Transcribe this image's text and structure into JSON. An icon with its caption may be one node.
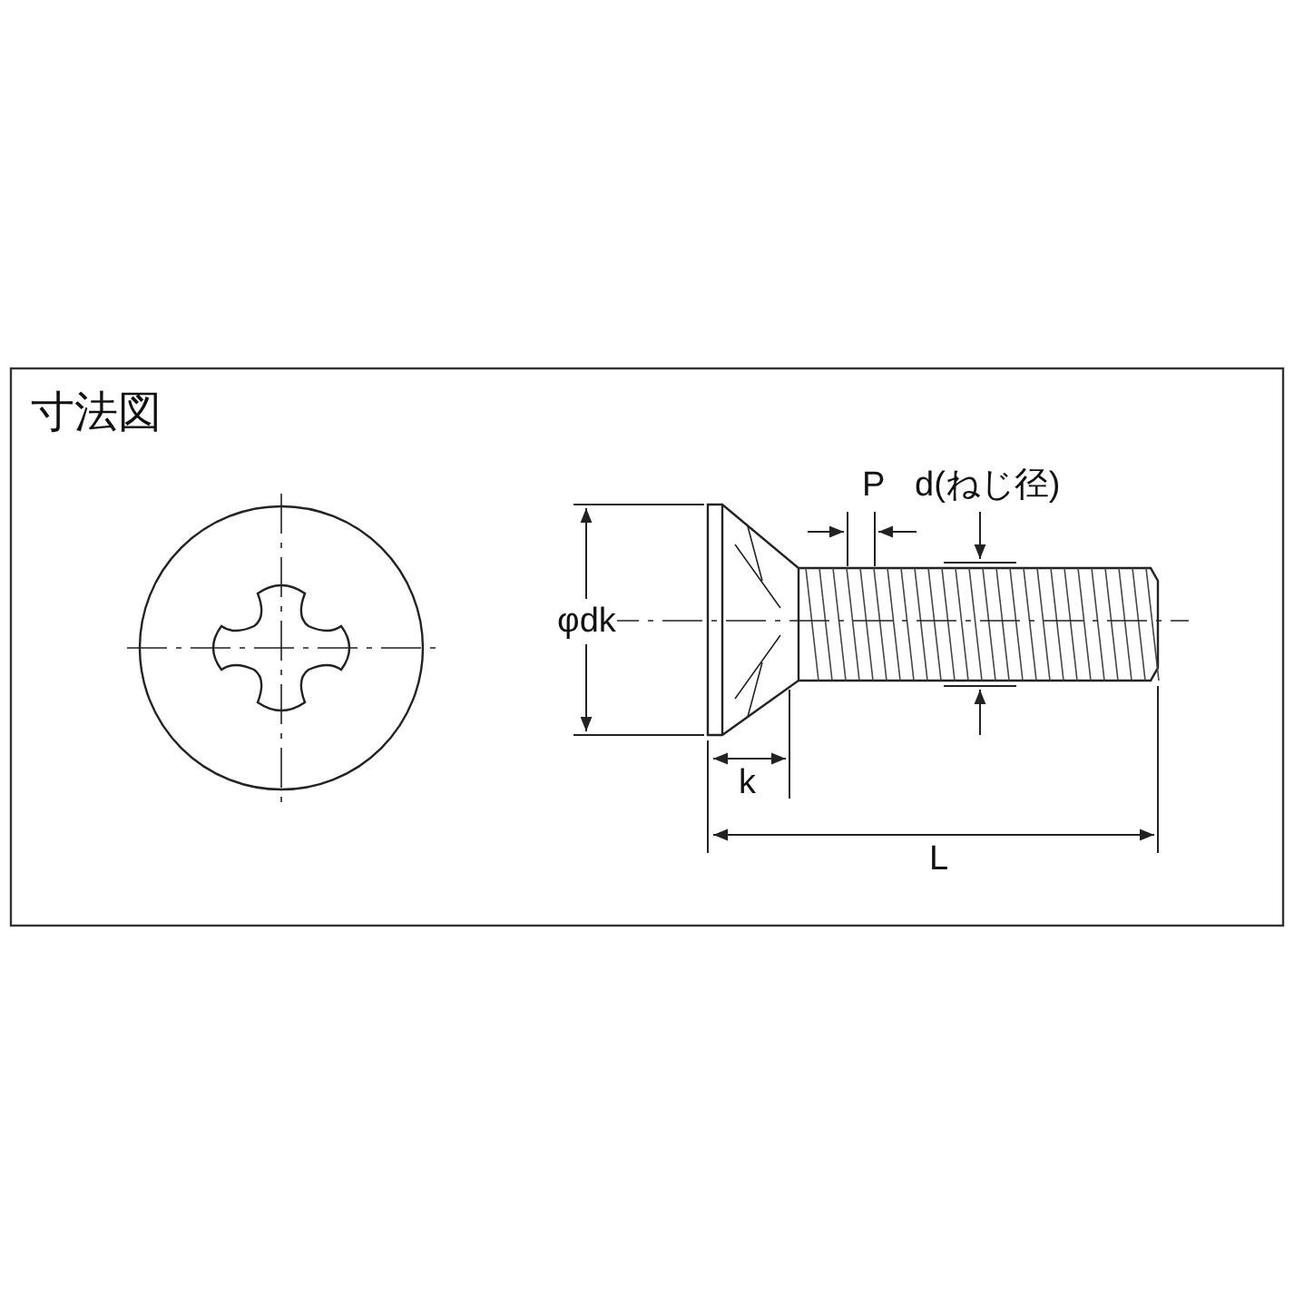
{
  "diagram": {
    "title": "寸法図",
    "labels": [
      "P",
      "d(ねじ径)",
      "φdk",
      "k",
      "L"
    ]
  }
}
